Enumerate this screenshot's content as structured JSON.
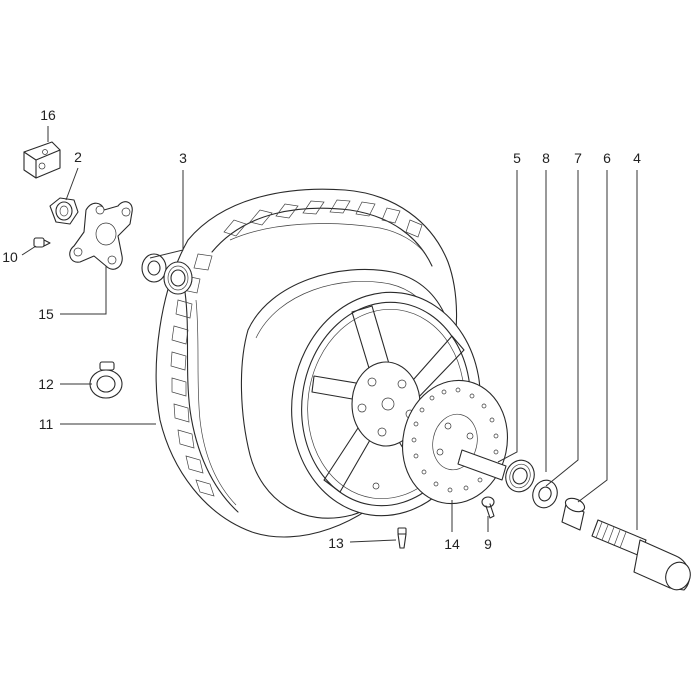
{
  "callouts": [
    {
      "id": "16",
      "text": "16"
    },
    {
      "id": "2",
      "text": "2"
    },
    {
      "id": "3",
      "text": "3"
    },
    {
      "id": "10",
      "text": "10"
    },
    {
      "id": "15",
      "text": "15"
    },
    {
      "id": "12",
      "text": "12"
    },
    {
      "id": "11",
      "text": "11"
    },
    {
      "id": "13",
      "text": "13"
    },
    {
      "id": "14",
      "text": "14"
    },
    {
      "id": "9",
      "text": "9"
    },
    {
      "id": "5",
      "text": "5"
    },
    {
      "id": "8",
      "text": "8"
    },
    {
      "id": "7",
      "text": "7"
    },
    {
      "id": "6",
      "text": "6"
    },
    {
      "id": "4",
      "text": "4"
    }
  ]
}
